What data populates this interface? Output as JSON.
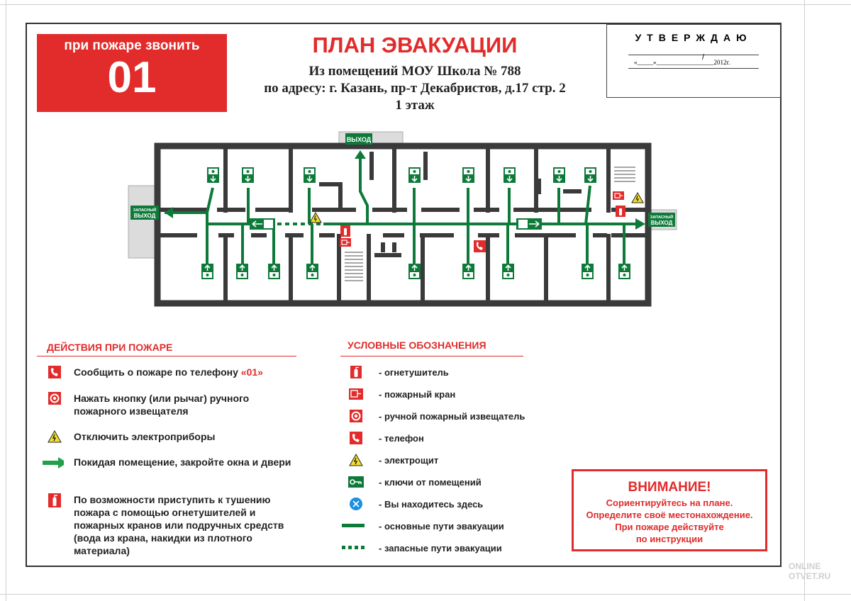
{
  "header": {
    "call_label": "при пожаре звонить",
    "call_number": "01",
    "title": "ПЛАН ЭВАКУАЦИИ",
    "subtitle_lines": [
      "Из помещений МОУ Школа № 788",
      "по адресу: г. Казань, пр-т Декабристов, д.17 стр. 2",
      "1 этаж"
    ]
  },
  "approval": {
    "heading": "УТВЕРЖДАЮ",
    "slash": "/",
    "date_line": "«_____»__________________2012г."
  },
  "plan": {
    "exit_label": "ВЫХОД",
    "spare_exit_line1": "ЗАПАСНЫЙ",
    "spare_exit_line2": "ВЫХОД"
  },
  "actions": {
    "title": "ДЕЙСТВИЯ ПРИ ПОЖАРЕ",
    "items": [
      {
        "icon": "phone-icon",
        "text": "Сообщить о пожаре по телефону ",
        "highlight": "«01»"
      },
      {
        "icon": "fire-alarm-button-icon",
        "text": "Нажать кнопку (или рычаг) ручного пожарного извещателя"
      },
      {
        "icon": "electric-hazard-icon",
        "text": "Отключить электроприборы"
      },
      {
        "icon": "arrow-icon",
        "text": "Покидая помещение, закройте окна и двери"
      },
      {
        "icon": "extinguisher-icon",
        "text": "По возможности приступить к тушению пожара с помощью огнетушителей и пожарных кранов или подручных средств (вода из крана, накидки из плотного материала)"
      }
    ]
  },
  "legend": {
    "title": "УСЛОВНЫЕ ОБОЗНАЧЕНИЯ",
    "items": [
      {
        "icon": "extinguisher-icon",
        "text": "- огнетушитель"
      },
      {
        "icon": "fire-hydrant-icon",
        "text": "- пожарный кран"
      },
      {
        "icon": "fire-alarm-button-icon",
        "text": "- ручной пожарный извещатель"
      },
      {
        "icon": "phone-icon",
        "text": "- телефон"
      },
      {
        "icon": "electric-panel-icon",
        "text": "- электрощит"
      },
      {
        "icon": "room-keys-icon",
        "text": "- ключи от помещений"
      },
      {
        "icon": "you-are-here-icon",
        "text": "- Вы находитесь здесь"
      },
      {
        "icon": "main-route-icon",
        "text": "- основные пути эвакуации"
      },
      {
        "icon": "spare-route-icon",
        "text": "- запасные пути эвакуации"
      }
    ]
  },
  "attention": {
    "heading": "ВНИМАНИЕ!",
    "lines": [
      "Сориентируйтесь на плане.",
      "Определите своё местонахождение.",
      "При пожаре действуйте",
      "по инструкции"
    ]
  },
  "watermark": {
    "line1": "ONLINE",
    "line2": "OTVET.RU"
  },
  "colors": {
    "accent_red": "#e22b2b",
    "route_green": "#0e7a3a",
    "wall": "#3a3a3a"
  }
}
